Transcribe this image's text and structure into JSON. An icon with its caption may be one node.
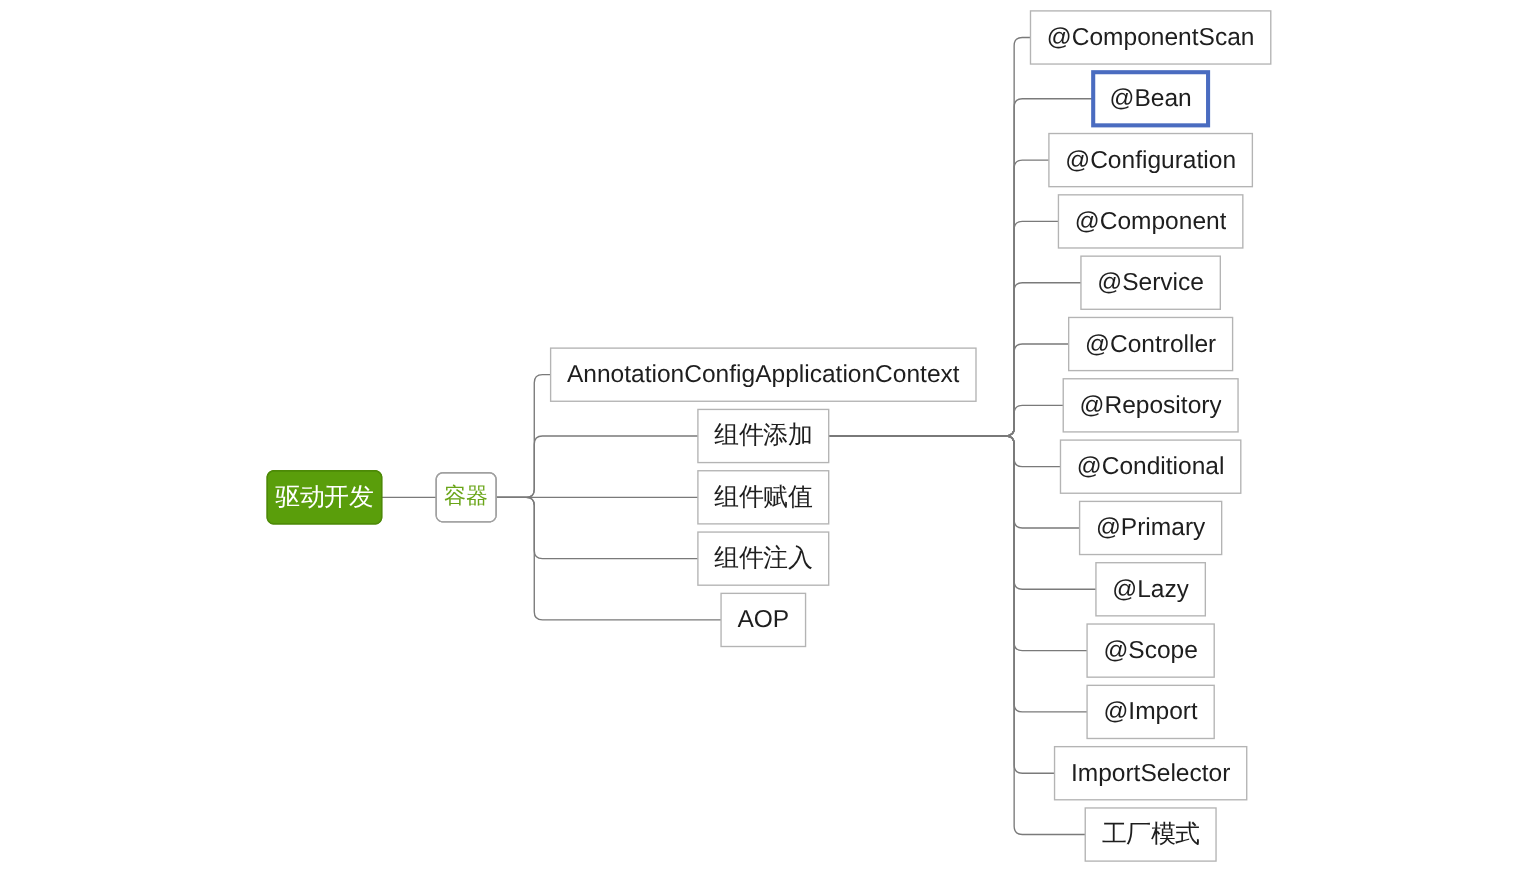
{
  "diagram": {
    "nodes": [
      {
        "text": [
          "驱动开发"
        ]
      },
      {
        "text": [
          "容器"
        ]
      },
      {
        "text": [
          "AnnotationConfigApplicationContext"
        ]
      },
      {
        "text": [
          "组件添加"
        ]
      },
      {
        "text": [
          "@ComponentScan"
        ]
      },
      {
        "text": [
          "@Bean"
        ]
      },
      {
        "text": [
          "@Configuration"
        ]
      },
      {
        "text": [
          "@Component"
        ]
      },
      {
        "text": [
          "@Service"
        ]
      },
      {
        "text": [
          "@Controller"
        ]
      },
      {
        "text": [
          "@Repository"
        ]
      },
      {
        "text": [
          "@Conditional"
        ]
      },
      {
        "text": [
          "@Primary"
        ]
      },
      {
        "text": [
          "@Lazy"
        ]
      },
      {
        "text": [
          "@Scope"
        ]
      },
      {
        "text": [
          "@Import"
        ]
      },
      {
        "text": [
          "ImportSelector"
        ]
      },
      {
        "text": [
          "工厂模式"
        ]
      },
      {
        "text": [
          "组件赋值"
        ]
      },
      {
        "text": [
          "组件注入"
        ]
      },
      {
        "text": [
          "AOP"
        ]
      }
    ],
    "edges": [
      {
        "from": 0,
        "to": 1,
        "arrow": "none"
      },
      {
        "from": 1,
        "to": 2,
        "arrow": "none"
      },
      {
        "from": 1,
        "to": 3,
        "arrow": "none"
      },
      {
        "from": 3,
        "to": 4,
        "arrow": "none"
      },
      {
        "from": 3,
        "to": 5,
        "arrow": "none"
      },
      {
        "from": 3,
        "to": 6,
        "arrow": "none"
      },
      {
        "from": 3,
        "to": 7,
        "arrow": "none"
      },
      {
        "from": 3,
        "to": 8,
        "arrow": "none"
      },
      {
        "from": 3,
        "to": 9,
        "arrow": "none"
      },
      {
        "from": 3,
        "to": 10,
        "arrow": "none"
      },
      {
        "from": 3,
        "to": 11,
        "arrow": "none"
      },
      {
        "from": 3,
        "to": 12,
        "arrow": "none"
      },
      {
        "from": 3,
        "to": 13,
        "arrow": "none"
      },
      {
        "from": 3,
        "to": 14,
        "arrow": "none"
      },
      {
        "from": 3,
        "to": 15,
        "arrow": "none"
      },
      {
        "from": 3,
        "to": 16,
        "arrow": "none"
      },
      {
        "from": 3,
        "to": 17,
        "arrow": "none"
      },
      {
        "from": 1,
        "to": 18,
        "arrow": "none"
      },
      {
        "from": 1,
        "to": 19,
        "arrow": "none"
      },
      {
        "from": 1,
        "to": 20,
        "arrow": "none"
      }
    ]
  }
}
